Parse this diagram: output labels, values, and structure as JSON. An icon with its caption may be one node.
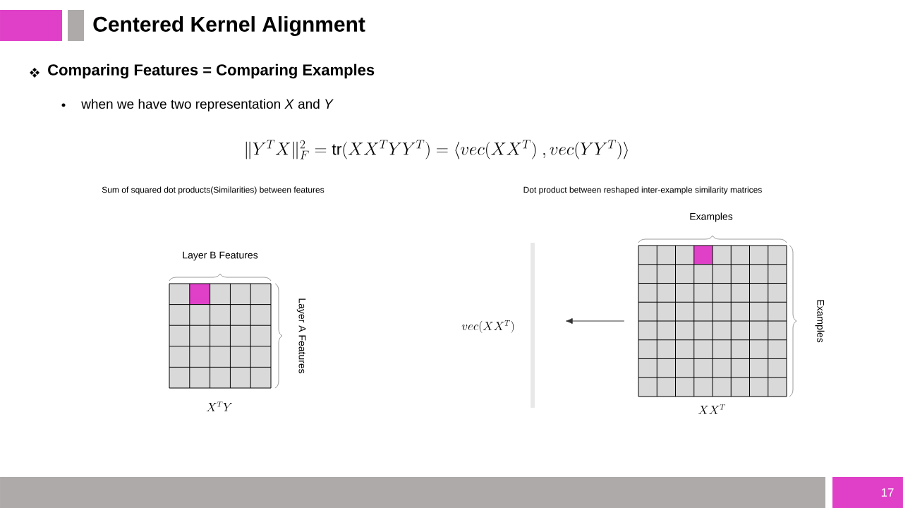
{
  "diagram": {
    "title": "Centered Kernel Alignment",
    "nodes": [
      {
        "text": [],
        "shape": "bar",
        "beside": [
          "vec(XX^T)"
        ]
      },
      {
        "text": [],
        "shape": "box",
        "beside": [
          "Examples",
          "Examples",
          "XX^T"
        ]
      }
    ],
    "edges": [
      {
        "from": 1,
        "to": 0,
        "arrow": "to"
      }
    ],
    "labels": [
      "Comparing Features = Comparing Examples",
      "when we have two representation *X* and *Y*",
      "\\|Y^TX\\|_F^2 = \\mathrm{tr}(XX^TYY^T) = \\langle vec(XX^T)\\ ,vec(YY^T)\\rangle",
      "Sum of squared dot products(Similarities) between features",
      "Dot product between reshaped inter-example similarity matrices",
      "Layer B Features",
      "Layer A Features",
      "X^TY",
      "17"
    ]
  }
}
